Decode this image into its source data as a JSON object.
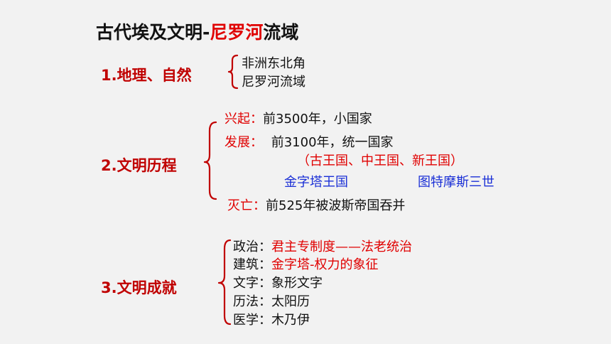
{
  "title": {
    "prefix": "古代埃及文明-",
    "highlight": "尼罗河",
    "suffix": "流域"
  },
  "section1": {
    "heading": "1.地理、自然",
    "items": [
      "非洲东北角",
      "尼罗河流域"
    ]
  },
  "section2": {
    "heading": "2.文明历程",
    "rise": {
      "label": "兴起：",
      "text": "前3500年，小国家"
    },
    "development": {
      "label": "发展：",
      "text": "前3100年，统一国家",
      "kingdoms": "（古王国、中王国、新王国）"
    },
    "pyramid_kingdom": "金字塔王国",
    "thutmose": "图特摩斯三世",
    "fall": {
      "label": "灭亡：",
      "text": "前525年被波斯帝国吞并"
    }
  },
  "section3": {
    "heading": "3.文明成就",
    "politics": {
      "label": "政治：",
      "text": "君主专制度——法老统治"
    },
    "architecture": {
      "label": "建筑：",
      "text": "金字塔-权力的象征"
    },
    "writing": {
      "label": "文字：",
      "text": "象形文字"
    },
    "calendar": {
      "label": "历法：",
      "text": "太阳历"
    },
    "medicine": {
      "label": "医学：",
      "text": "木乃伊"
    }
  },
  "colors": {
    "accent_red": "#e00000",
    "heading_red": "#c00000",
    "blue": "#1a2fd6",
    "background": "#f2f2f2"
  }
}
